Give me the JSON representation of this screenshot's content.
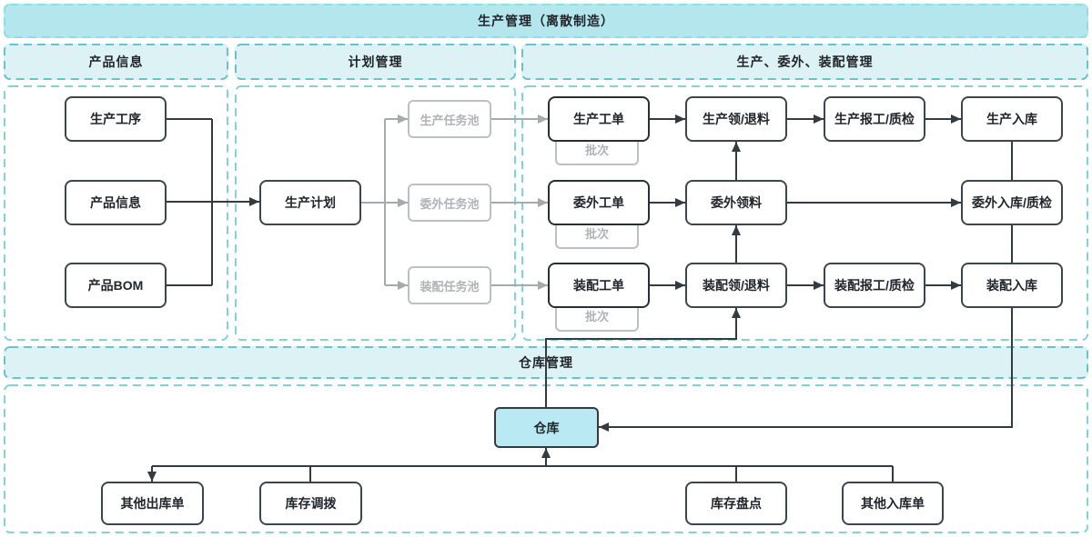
{
  "title_banner": "生产管理（离散制造）",
  "sections": {
    "product": "产品信息",
    "plan": "计划管理",
    "production": "生产、委外、装配管理",
    "warehouse": "仓库管理"
  },
  "nodes": {
    "process": "生产工序",
    "product_info": "产品信息",
    "product_bom": "产品BOM",
    "production_plan": "生产计划",
    "prod_pool": "生产任务池",
    "outsource_pool": "委外任务池",
    "assembly_pool": "装配任务池",
    "prod_order": "生产工单",
    "outsource_order": "委外工单",
    "assembly_order": "装配工单",
    "batch": "批次",
    "prod_pick": "生产领/退料",
    "outsource_pick": "委外领料",
    "assembly_pick": "装配领/退料",
    "prod_report": "生产报工/质检",
    "assembly_report": "装配报工/质检",
    "prod_in": "生产入库",
    "outsource_in": "委外入库/质检",
    "assembly_in": "装配入库",
    "warehouse": "仓库",
    "other_out": "其他出库单",
    "stock_transfer": "库存调拨",
    "stock_count": "库存盘点",
    "other_in": "其他入库单"
  },
  "colors": {
    "banner_fill": "#b4e6ee",
    "subheader_fill": "#ddf2f4",
    "zone_border_light": "#93dce4",
    "zone_border_mid": "#68c3cb",
    "zone_border_body": "#85d1d8",
    "warehouse_node_fill": "#b9e9f2",
    "line_dark": "#333b41",
    "line_gray": "#a7aaac",
    "node_border": "#3c454d",
    "gray_node_border": "#bdc0c2",
    "gray_text": "#b0b3b6"
  }
}
